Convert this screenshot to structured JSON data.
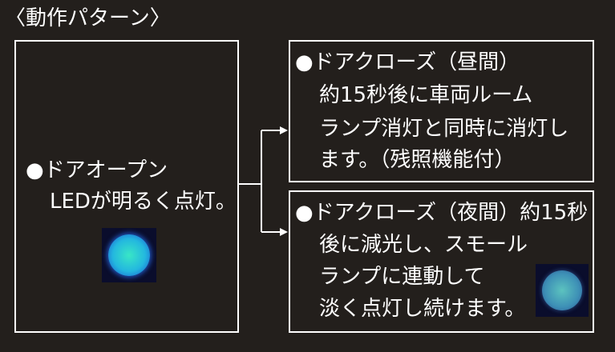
{
  "title": "〈動作パターン〉",
  "door_open": {
    "line1": "●ドアオープン",
    "line2": "LEDが明るく点灯。"
  },
  "door_close_day": {
    "line1": "●ドアクローズ（昼間）",
    "line2": "約15秒後に車両ルーム",
    "line3": "ランプ消灯と同時に消灯し",
    "line4": "ます。（残照機能付）"
  },
  "door_close_night": {
    "line1": "●ドアクローズ（夜間）約15秒",
    "line2": "後に減光し、スモール",
    "line3": "ランプに連動して",
    "line4": "淡く点灯し続けます。"
  },
  "colors": {
    "background": "#231f1c",
    "line": "#ffffff",
    "led_bright": "#23b7df",
    "led_dim": "#3d8fb6"
  }
}
